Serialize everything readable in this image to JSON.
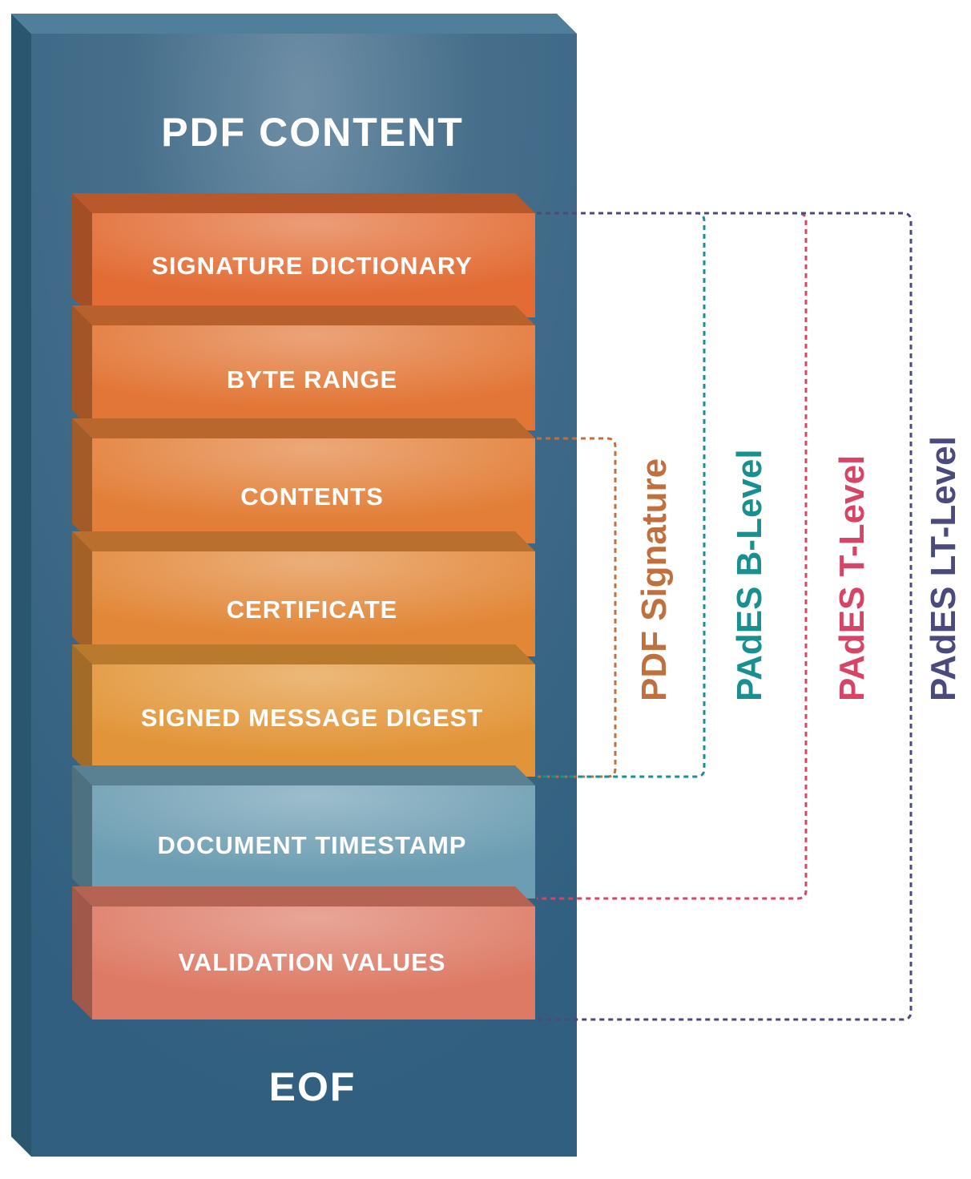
{
  "container": {
    "title": "PDF CONTENT",
    "footer": "EOF"
  },
  "layers": [
    {
      "id": "signature-dictionary",
      "label": "SIGNATURE DICTIONARY",
      "color": "#e26c34"
    },
    {
      "id": "byte-range",
      "label": "BYTE RANGE",
      "color": "#e27636"
    },
    {
      "id": "contents",
      "label": "CONTENTS",
      "color": "#e27e37"
    },
    {
      "id": "certificate",
      "label": "CERTIFICATE",
      "color": "#e28738"
    },
    {
      "id": "signed-message-digest",
      "label": "SIGNED MESSAGE DIGEST",
      "color": "#e29538"
    },
    {
      "id": "document-timestamp",
      "label": "DOCUMENT TIMESTAMP",
      "color": "#6c9db2"
    },
    {
      "id": "validation-values",
      "label": "VALIDATION VALUES",
      "color": "#dd7a65"
    }
  ],
  "levels": [
    {
      "id": "pdf-signature",
      "label": "PDF Signature",
      "color": "#c0703e",
      "from_layer": "contents",
      "to_layer": "signed-message-digest"
    },
    {
      "id": "pades-b-level",
      "label": "PAdES B-Level",
      "color": "#1a8f8f",
      "from_layer": "signature-dictionary",
      "to_layer": "signed-message-digest"
    },
    {
      "id": "pades-t-level",
      "label": "PAdES T-Level",
      "color": "#d64565",
      "from_layer": "signature-dictionary",
      "to_layer": "document-timestamp"
    },
    {
      "id": "pades-lt-level",
      "label": "PAdES LT-Level",
      "color": "#4a4a7c",
      "from_layer": "signature-dictionary",
      "to_layer": "validation-values"
    }
  ],
  "colors": {
    "container_front": "#3f6f8c",
    "container_side": "#2a5670",
    "container_top": "#4f7f9a"
  }
}
